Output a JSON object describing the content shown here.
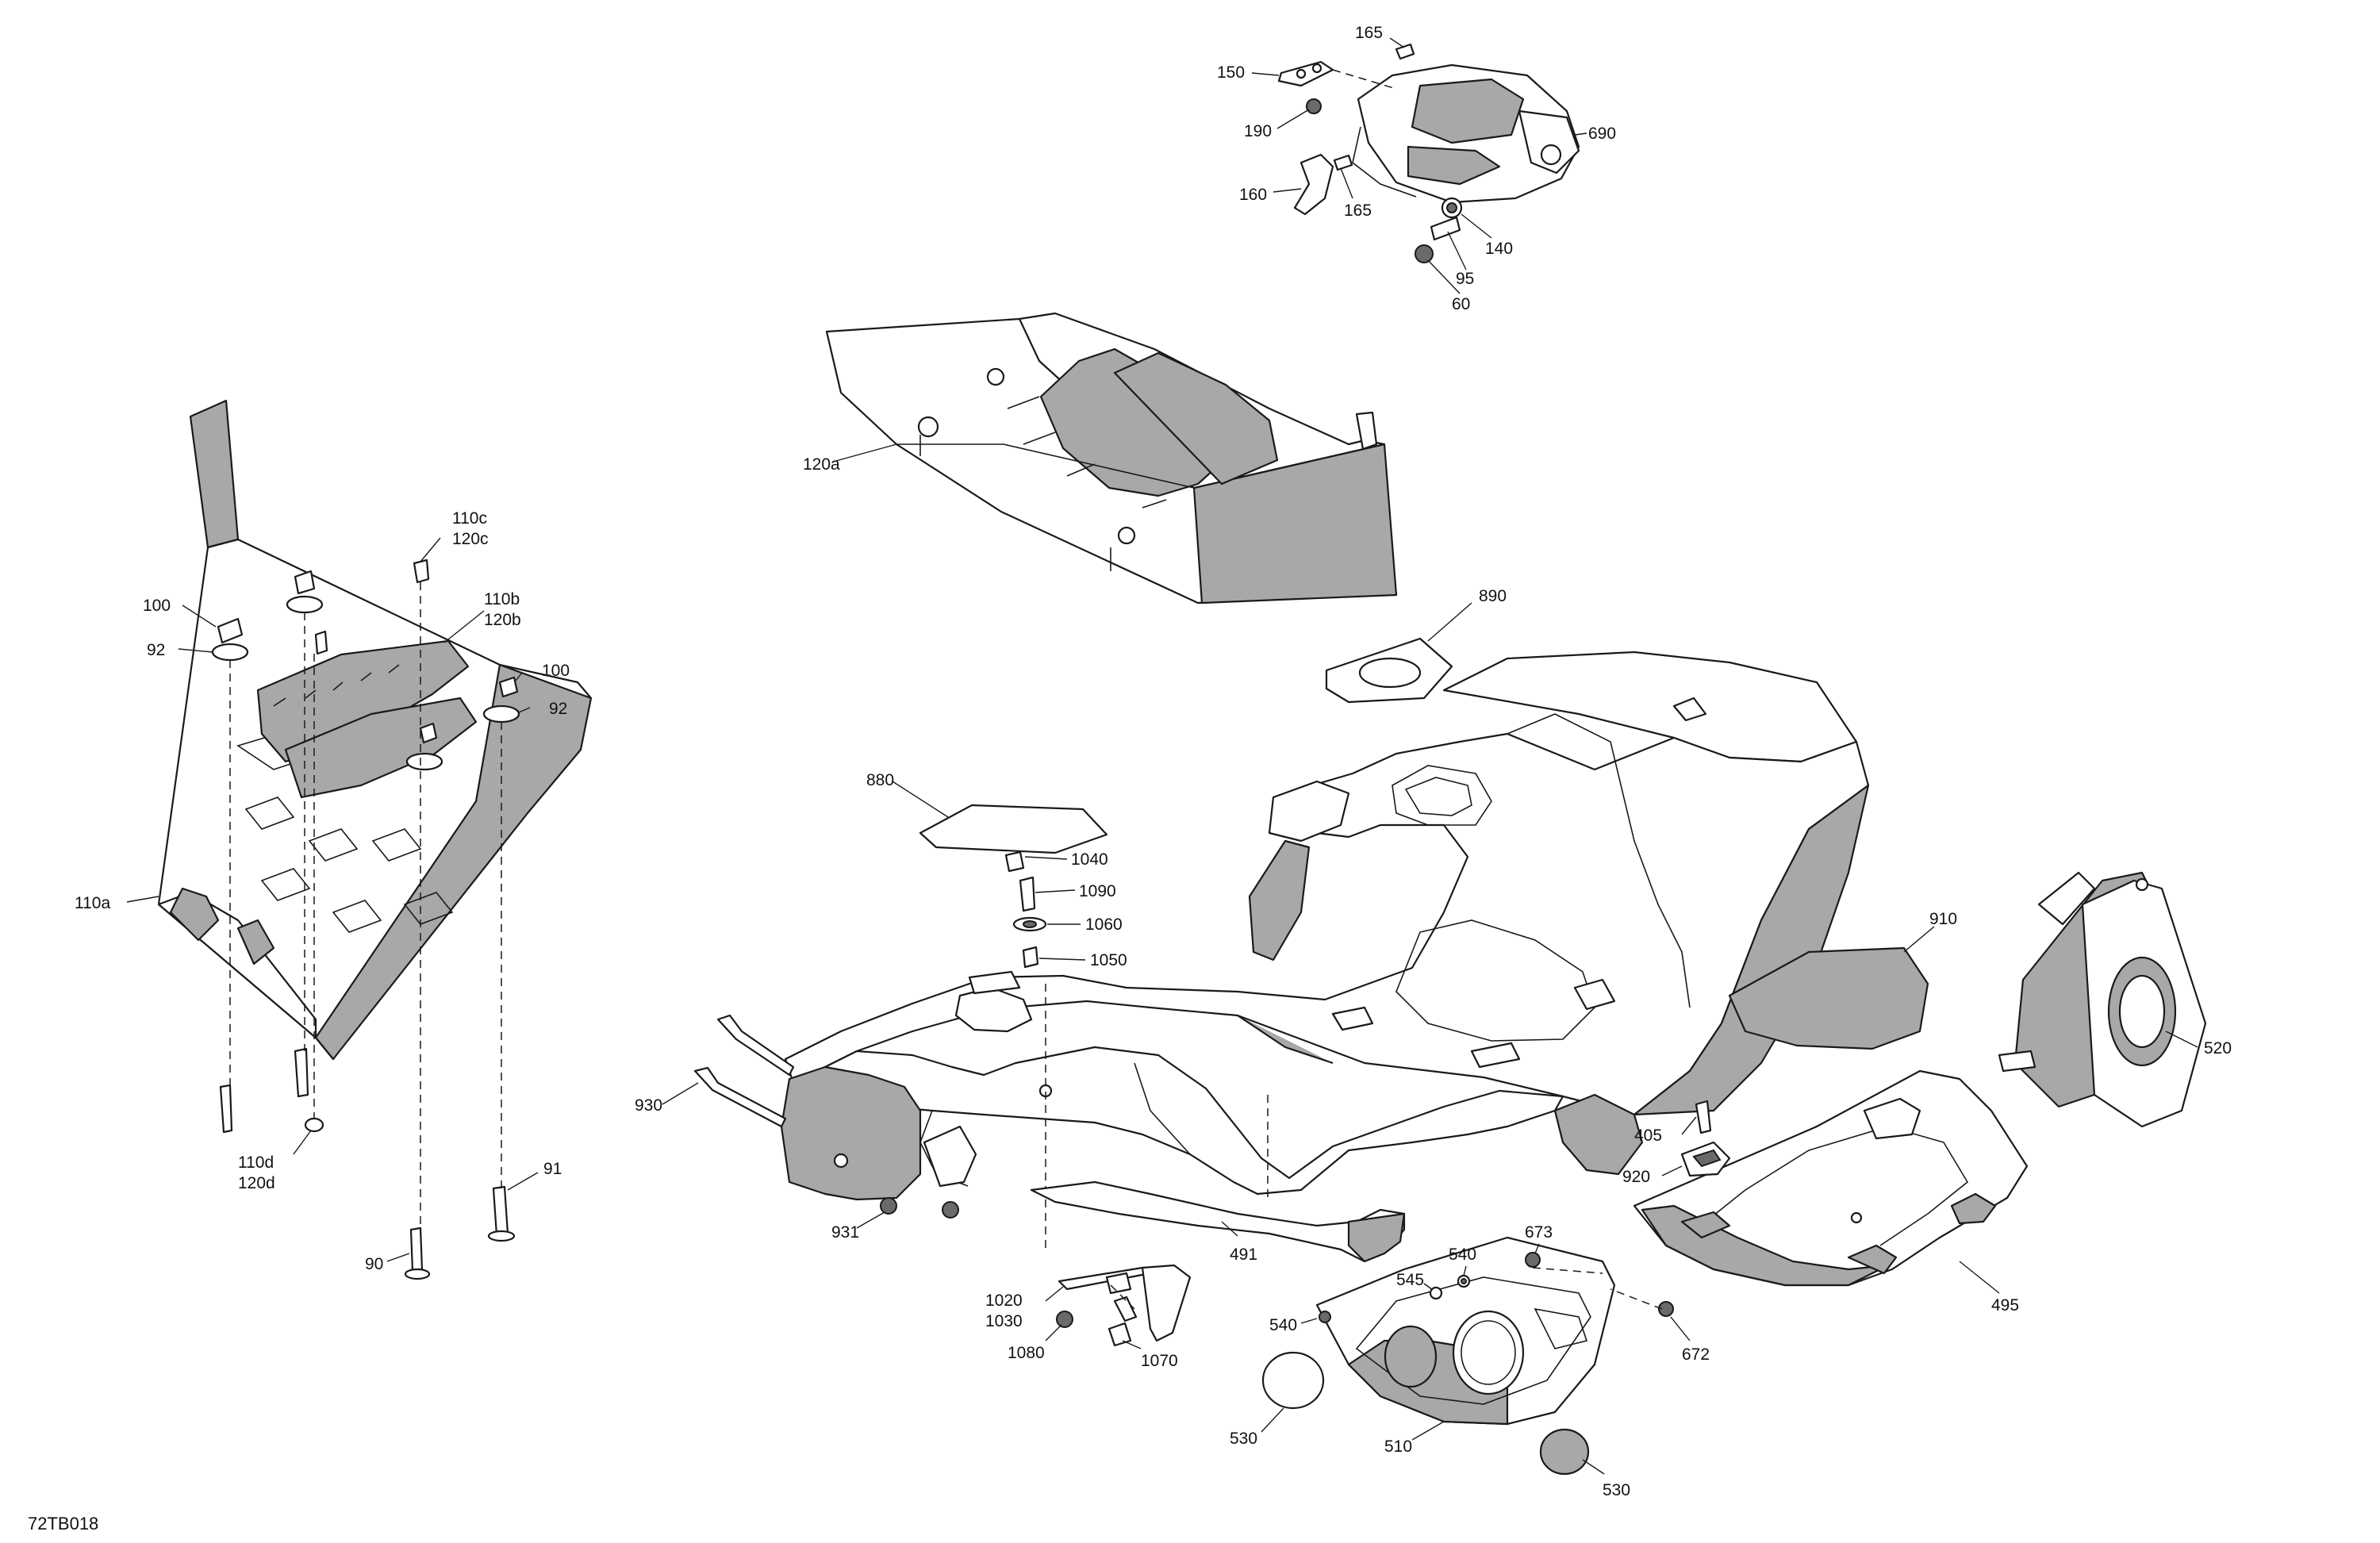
{
  "diagram": {
    "drawing_code": "72TB018",
    "callouts": [
      {
        "id": "c165a",
        "label": "165"
      },
      {
        "id": "c150",
        "label": "150"
      },
      {
        "id": "c690",
        "label": "690"
      },
      {
        "id": "c190",
        "label": "190"
      },
      {
        "id": "c160",
        "label": "160"
      },
      {
        "id": "c165b",
        "label": "165"
      },
      {
        "id": "c140",
        "label": "140"
      },
      {
        "id": "c95",
        "label": "95"
      },
      {
        "id": "c60",
        "label": "60"
      },
      {
        "id": "c120a",
        "label": "120a"
      },
      {
        "id": "c110c",
        "label": "110c"
      },
      {
        "id": "c120c",
        "label": "120c"
      },
      {
        "id": "c110b",
        "label": "110b"
      },
      {
        "id": "c120b",
        "label": "120b"
      },
      {
        "id": "c100a",
        "label": "100"
      },
      {
        "id": "c92a",
        "label": "92"
      },
      {
        "id": "c100b",
        "label": "100"
      },
      {
        "id": "c92b",
        "label": "92"
      },
      {
        "id": "c110a",
        "label": "110a"
      },
      {
        "id": "c110d",
        "label": "110d"
      },
      {
        "id": "c120d",
        "label": "120d"
      },
      {
        "id": "c91",
        "label": "91"
      },
      {
        "id": "c90",
        "label": "90"
      },
      {
        "id": "c890",
        "label": "890"
      },
      {
        "id": "c880",
        "label": "880"
      },
      {
        "id": "c1040",
        "label": "1040"
      },
      {
        "id": "c1090",
        "label": "1090"
      },
      {
        "id": "c1060",
        "label": "1060"
      },
      {
        "id": "c1050",
        "label": "1050"
      },
      {
        "id": "c910",
        "label": "910"
      },
      {
        "id": "c520",
        "label": "520"
      },
      {
        "id": "c930",
        "label": "930"
      },
      {
        "id": "c931",
        "label": "931"
      },
      {
        "id": "c405",
        "label": "405"
      },
      {
        "id": "c920",
        "label": "920"
      },
      {
        "id": "c491",
        "label": "491"
      },
      {
        "id": "c495",
        "label": "495"
      },
      {
        "id": "c540a",
        "label": "540"
      },
      {
        "id": "c545",
        "label": "545"
      },
      {
        "id": "c673",
        "label": "673"
      },
      {
        "id": "c540b",
        "label": "540"
      },
      {
        "id": "c672",
        "label": "672"
      },
      {
        "id": "c1020",
        "label": "1020"
      },
      {
        "id": "c1030",
        "label": "1030"
      },
      {
        "id": "c1080",
        "label": "1080"
      },
      {
        "id": "c1070",
        "label": "1070"
      },
      {
        "id": "c530a",
        "label": "530"
      },
      {
        "id": "c510",
        "label": "510"
      },
      {
        "id": "c530b",
        "label": "530"
      }
    ]
  }
}
